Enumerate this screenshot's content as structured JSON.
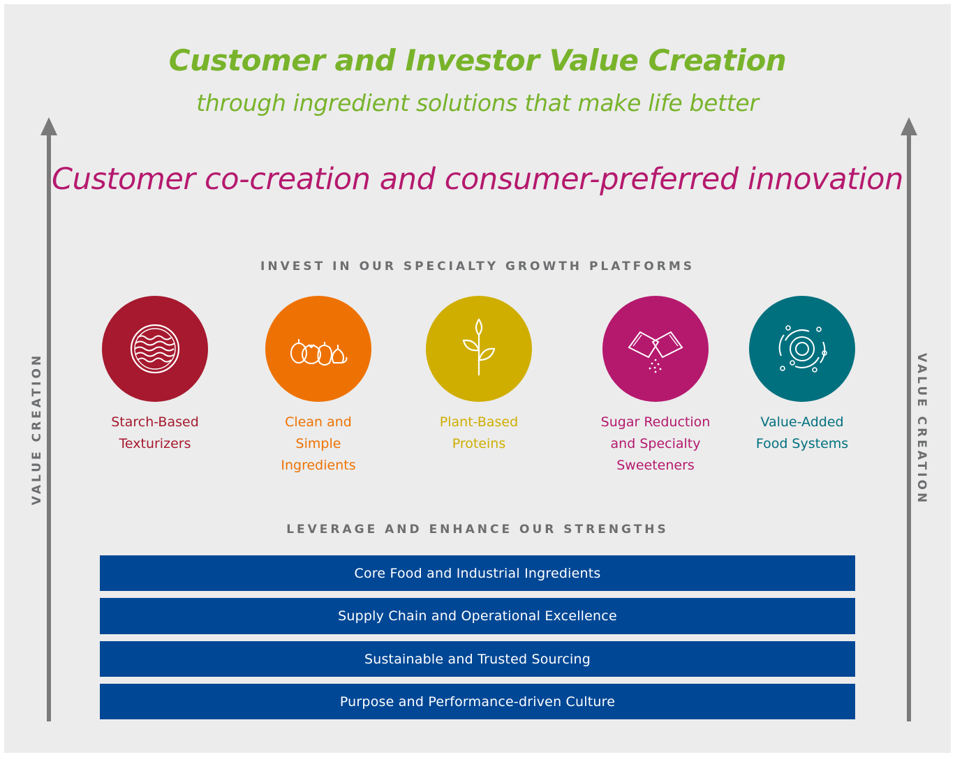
{
  "title": "Customer and Investor Value Creation",
  "subtitle": "through ingredient solutions that make life better",
  "headline": "Customer co-creation and consumer-preferred innovation",
  "side_label": "VALUE CREATION",
  "platforms_heading": "INVEST IN OUR SPECIALTY GROWTH PLATFORMS",
  "platforms": [
    {
      "label": "Starch-Based Texturizers",
      "color": "#a6192e",
      "icon": "wave-circle-icon"
    },
    {
      "label": "Clean and Simple Ingredients",
      "color": "#ee7203",
      "icon": "vegetables-icon"
    },
    {
      "label": "Plant-Based Proteins",
      "color": "#cfae00",
      "icon": "sprout-icon"
    },
    {
      "label": "Sugar Reduction and Specialty Sweeteners",
      "color": "#b5196e",
      "icon": "sweetener-packet-icon"
    },
    {
      "label": "Value-Added Food Systems",
      "color": "#00707e",
      "icon": "cycle-system-icon"
    }
  ],
  "strengths_heading": "LEVERAGE AND ENHANCE OUR STRENGTHS",
  "strengths": [
    "Core Food and Industrial Ingredients",
    "Supply Chain and Operational Excellence",
    "Sustainable and Trusted Sourcing",
    "Purpose and Performance-driven Culture"
  ],
  "colors": {
    "title_green": "#78b32b",
    "headline_magenta": "#b5196e",
    "heading_gray": "#6d6e70",
    "arrow_gray": "#7a7a7a",
    "bar_blue": "#004795",
    "background": "#ececec"
  }
}
